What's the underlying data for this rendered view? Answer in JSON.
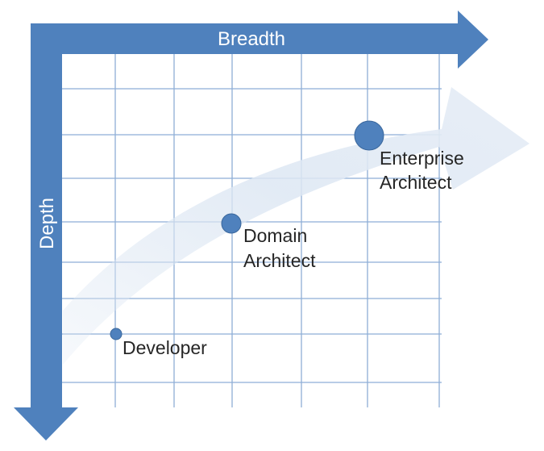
{
  "axes": {
    "horizontal_label": "Breadth",
    "vertical_label": "Depth"
  },
  "nodes": [
    {
      "id": "developer",
      "lines": [
        "Developer"
      ]
    },
    {
      "id": "domain-architect",
      "lines": [
        "Domain",
        "Architect"
      ]
    },
    {
      "id": "enterprise-architect",
      "lines": [
        "Enterprise",
        "Architect"
      ]
    }
  ],
  "colors": {
    "axis": "#4f81bd",
    "grid": "#8eaed6",
    "node": "#4f81bd",
    "growth_arrow": "#dde7f3",
    "text": "#262626"
  }
}
